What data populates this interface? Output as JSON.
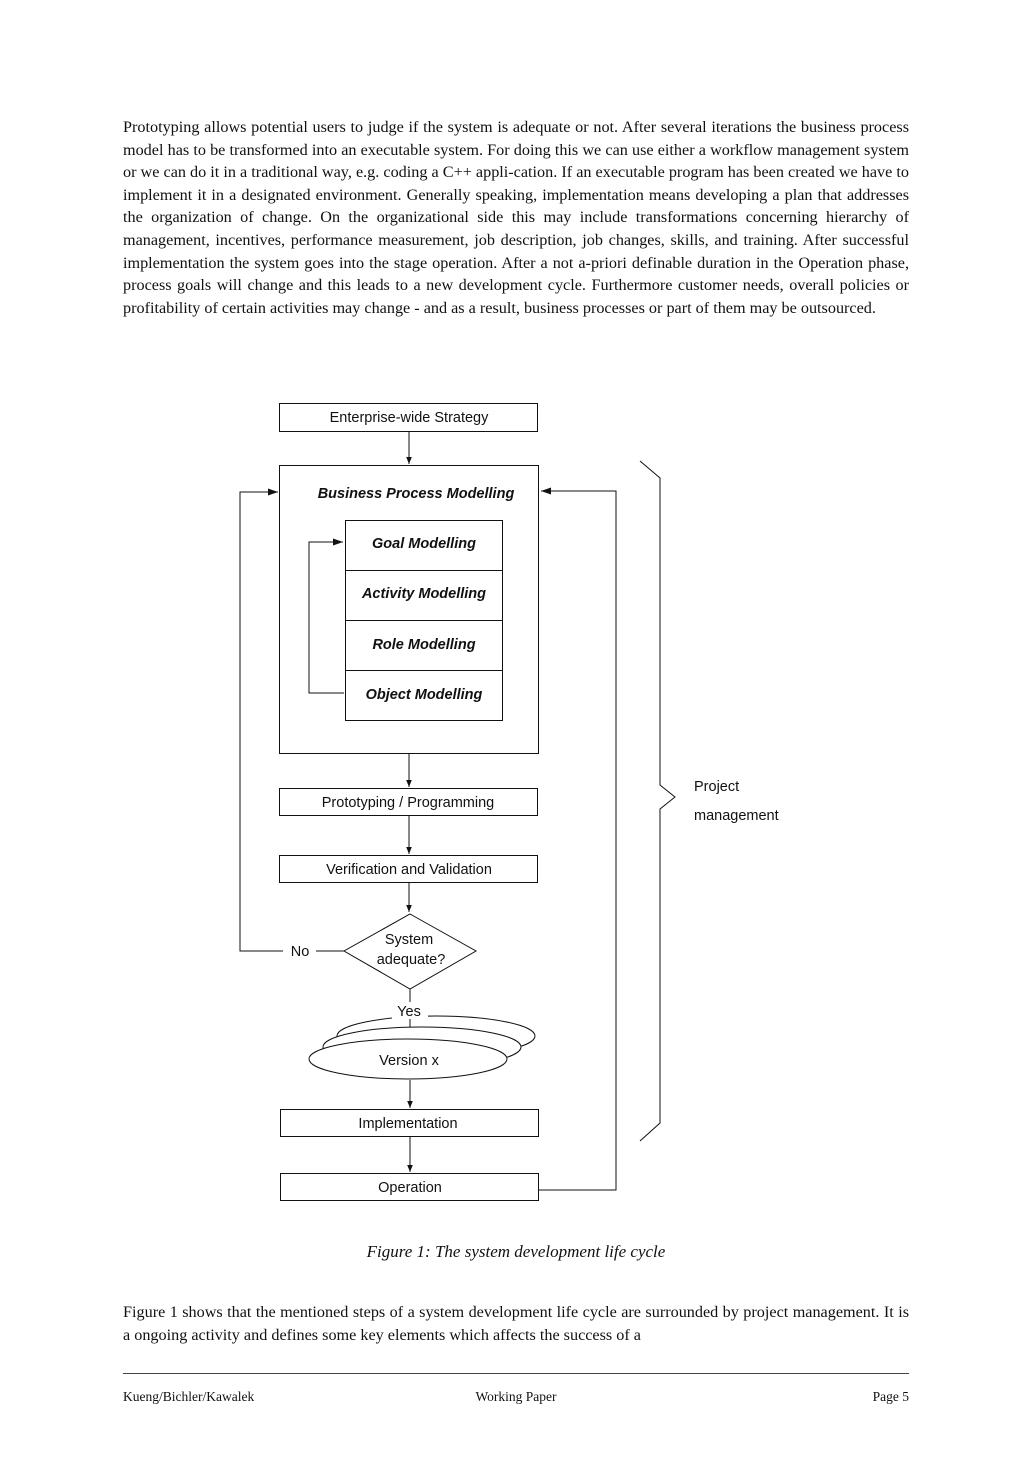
{
  "paragraphs": {
    "intro": "Prototyping allows potential users to judge if the system is adequate or not. After several iterations the business process model has to be transformed into an executable system. For doing this we can use either a workflow management system or we can do it in a traditional way, e.g. coding a C++ appli-cation. If an executable program has been created we have to implement it in a designated environment. Generally speaking, implementation means developing a plan that addresses the organization of change. On the organizational side this may include transformations concerning hierarchy of management, incentives, performance measurement, job description, job changes, skills, and training. After successful implementation the system goes into the stage operation. After a not a-priori definable duration in the Operation phase, process goals will change and this leads to a new development cycle. Furthermore customer needs, overall policies or profitability of certain activities may change - and as a result, business processes or part of them may be outsourced.",
    "after_figure": "Figure 1 shows that the mentioned steps of a system development life cycle are surrounded by project management. It is a ongoing activity and defines some key elements which affects the success of a"
  },
  "figure": {
    "caption": "Figure 1: The system development life cycle",
    "nodes": {
      "strategy": "Enterprise-wide Strategy",
      "bpm": "Business Process Modelling",
      "goal": "Goal Modelling",
      "activity": "Activity Modelling",
      "role": "Role Modelling",
      "object": "Object Modelling",
      "prototyping": "Prototyping / Programming",
      "verification": "Verification and Validation",
      "decision_line1": "System",
      "decision_line2": "adequate?",
      "no_label": "No",
      "yes_label": "Yes",
      "version": "Version x",
      "implementation": "Implementation",
      "operation": "Operation",
      "pm_line1": "Project",
      "pm_line2": "management"
    }
  },
  "footer": {
    "authors": "Kueng/Bichler/Kawalek",
    "type": "Working Paper",
    "page": "Page 5"
  }
}
